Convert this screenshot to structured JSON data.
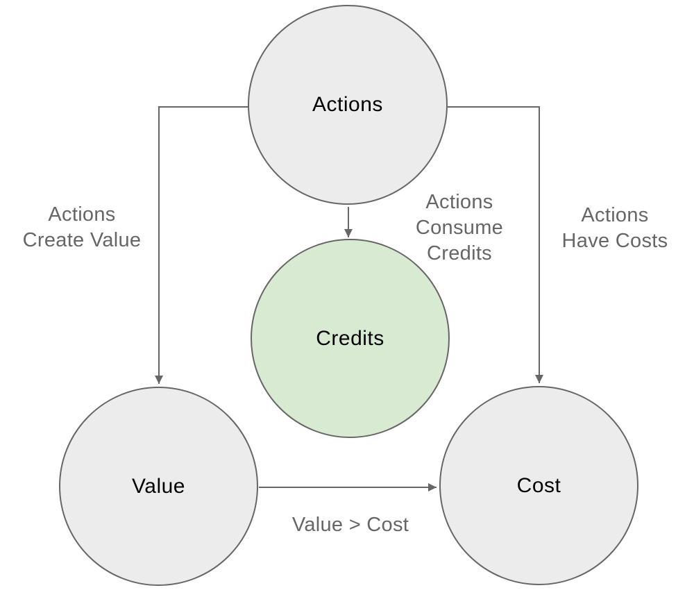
{
  "diagram": {
    "background_color": "#ffffff",
    "connector_color": "#666666",
    "node_border_color": "#666666",
    "node_label_color": "#000000",
    "edge_label_color": "#666666",
    "nodes": [
      {
        "id": "actions",
        "label": "Actions",
        "fill": "#ececec",
        "position": "top-center"
      },
      {
        "id": "credits",
        "label": "Credits",
        "fill": "#d9ead3",
        "position": "middle-center"
      },
      {
        "id": "value",
        "label": "Value",
        "fill": "#ececec",
        "position": "bottom-left"
      },
      {
        "id": "cost",
        "label": "Cost",
        "fill": "#ececec",
        "position": "bottom-right"
      }
    ],
    "edges": [
      {
        "from": "actions",
        "to": "value",
        "label": "Actions\nCreate Value"
      },
      {
        "from": "actions",
        "to": "credits",
        "label": "Actions\nConsume\nCredits"
      },
      {
        "from": "actions",
        "to": "cost",
        "label": "Actions\nHave Costs"
      },
      {
        "from": "value",
        "to": "cost",
        "label": "Value > Cost"
      }
    ]
  }
}
